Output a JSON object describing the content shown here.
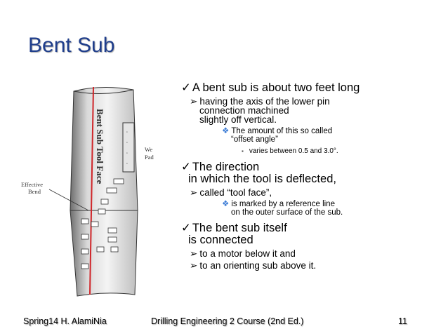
{
  "title": "Bent Sub",
  "figure": {
    "label_tool_face": "Bent Sub Tool Face",
    "label_effective": "Effective",
    "label_bend": "Bend",
    "label_wear": "We",
    "label_pad": "Pad"
  },
  "bullets": [
    {
      "level": 1,
      "text": "A bent sub is about two feet long"
    },
    {
      "level": 2,
      "text": "having the axis of the lower pin",
      "cont": [
        "connection machined",
        "slightly off vertical."
      ]
    },
    {
      "level": 3,
      "text": "The amount of this so called",
      "cont": [
        "“offset angle”"
      ]
    },
    {
      "level": 4,
      "text": "varies between 0.5 and 3.0°."
    },
    {
      "level": 1,
      "text": "The direction",
      "cont": [
        "in which the tool is deflected,"
      ]
    },
    {
      "level": 2,
      "text": "called “tool face”,"
    },
    {
      "level": 3,
      "text": "is marked by a reference line",
      "cont": [
        "on the outer surface of the sub."
      ]
    },
    {
      "level": 1,
      "text": "The bent sub itself",
      "cont": [
        "is connected"
      ]
    },
    {
      "level": 2,
      "text": "to a motor below it and"
    },
    {
      "level": 2,
      "text": "to an orienting sub above it."
    }
  ],
  "footer": {
    "left": "Spring14 H. AlamiNia",
    "center": "Drilling Engineering 2 Course (2nd Ed.)",
    "page": "11"
  },
  "colors": {
    "title": "#1f3e8c",
    "reference_line": "#d0262a",
    "diamond_bullet": "#3a7bd5"
  }
}
